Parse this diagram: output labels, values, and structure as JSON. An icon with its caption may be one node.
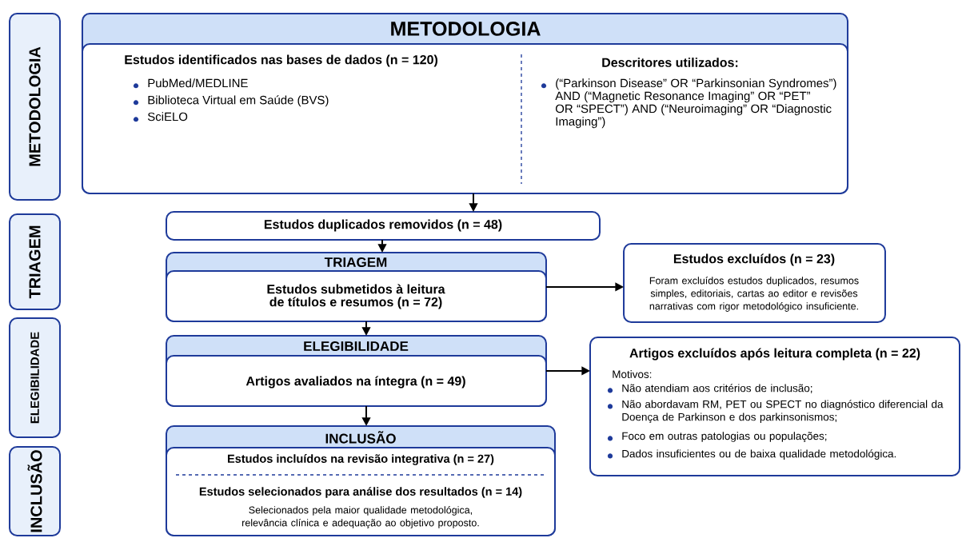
{
  "diagram": {
    "nodes": [
      {
        "text": [
          "METODOLOGIA"
        ]
      },
      {
        "text": [
          "METODOLOGIA",
          "Estudos identificados nas bases de dados (n = 120)",
          "PubMed/MEDLINE",
          "Biblioteca Virtual em Saúde (BVS)",
          "SciELO",
          "Descritores utilizados:",
          "(“Parkinson Disease” OR “Parkinsonian Syndromes”) AND (“Magnetic Resonance Imaging” OR “PET” OR “SPECT”) AND (“Neuroimaging” OR “Diagnostic Imaging”)"
        ]
      },
      {
        "text": [
          "TRIAGEM"
        ]
      },
      {
        "text": [
          "Estudos duplicados removidos (n = 48)"
        ]
      },
      {
        "text": [
          "TRIAGEM",
          "Estudos submetidos à leitura de títulos e resumos (n = 72)"
        ]
      },
      {
        "text": [
          "Estudos excluídos (n = 23)",
          "Foram excluídos estudos duplicados, resumos simples, editoriais, cartas ao editor e revisões narrativas com rigor metodológico insuficiente."
        ]
      },
      {
        "text": [
          "ELEGIBILIDADE"
        ]
      },
      {
        "text": [
          "ELEGIBILIDADE",
          "Artigos avaliados na íntegra (n = 49)"
        ]
      },
      {
        "text": [
          "Artigos excluídos após leitura completa (n = 22)",
          "Motivos:",
          "Não atendiam aos critérios de inclusão;",
          "Não abordavam RM, PET ou SPECT no diagnóstico diferencial da Doença de Parkinson e dos parkinsonismos;",
          "Foco em outras patologias ou populações;",
          "Dados insuficientes ou de baixa qualidade metodológica."
        ]
      },
      {
        "text": [
          "INCLUSÃO"
        ]
      },
      {
        "text": [
          "INCLUSÃO",
          "Estudos incluídos na revisão integrativa (n = 27)",
          "Estudos selecionados para análise dos resultados (n = 14)",
          "Selecionados pela maior qualidade metodológica, relevância clínica e adequação ao objetivo proposto."
        ]
      }
    ],
    "edges": [
      {
        "from": 1,
        "to": 3,
        "arrow": "to"
      },
      {
        "from": 3,
        "to": 4,
        "arrow": "to"
      },
      {
        "from": 4,
        "to": 5,
        "arrow": "to"
      },
      {
        "from": 4,
        "to": 7,
        "arrow": "to"
      },
      {
        "from": 7,
        "to": 8,
        "arrow": "to"
      },
      {
        "from": 7,
        "to": 10,
        "arrow": "to"
      }
    ]
  }
}
